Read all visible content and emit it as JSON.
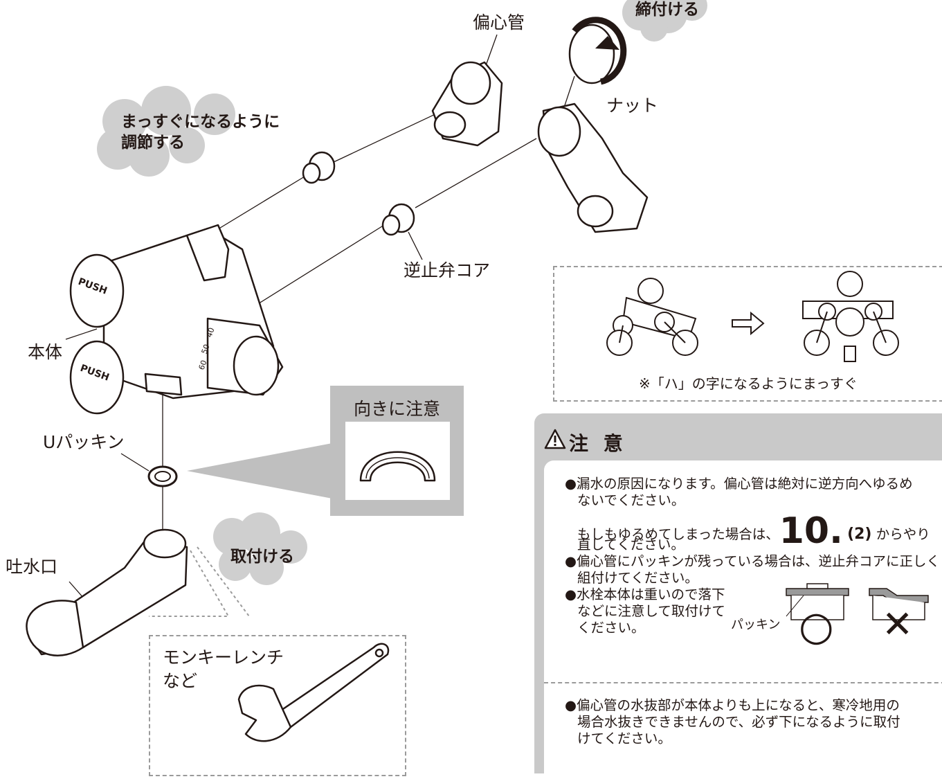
{
  "labels": {
    "eccentric_pipe": "偏心管",
    "tighten": "締付ける",
    "nut": "ナット",
    "adjust_straight": "まっすぐになるように",
    "adjust_do": "調節する",
    "check_valve_core": "逆止弁コア",
    "body": "本体",
    "u_packing": "Uパッキン",
    "spout": "吐水口",
    "attach": "取付ける",
    "wrench_1": "モンキーレンチ",
    "wrench_2": "など",
    "push": "PUSH",
    "dial_40": "40",
    "dial_50": "50",
    "dial_60": "60"
  },
  "orientation_box": {
    "title": "向きに注意"
  },
  "straight_note": "※「ハ」の字になるようにまっすぐ",
  "caution": {
    "title": "注 意",
    "p1_l1": "●漏水の原因になります。偏心管は絶対に逆方向へゆるめ",
    "p1_l2": "ないでください。",
    "p1_l3_a": "もしもゆるめてしまった場合は、",
    "p1_l3_big": "10.",
    "p1_l3_mid": "(2)",
    "p1_l3_b": "からやり",
    "p1_l4": "直してください。",
    "p2_l1": "●偏心管にパッキンが残っている場合は、逆止弁コアに正しく",
    "p2_l2": "組付けてください。",
    "p3_l1": "●水栓本体は重いので落下",
    "p3_l2": "などに注意して取付けて",
    "p3_l3": "ください。",
    "packing_label": "パッキン",
    "ok_mark": "○",
    "ng_mark": "✕",
    "p4_l1": "●偏心管の水抜部が本体よりも上になると、寒冷地用の",
    "p4_l2": "場合水抜きできませんので、必ず下になるように取付",
    "p4_l3": "けてください。"
  }
}
